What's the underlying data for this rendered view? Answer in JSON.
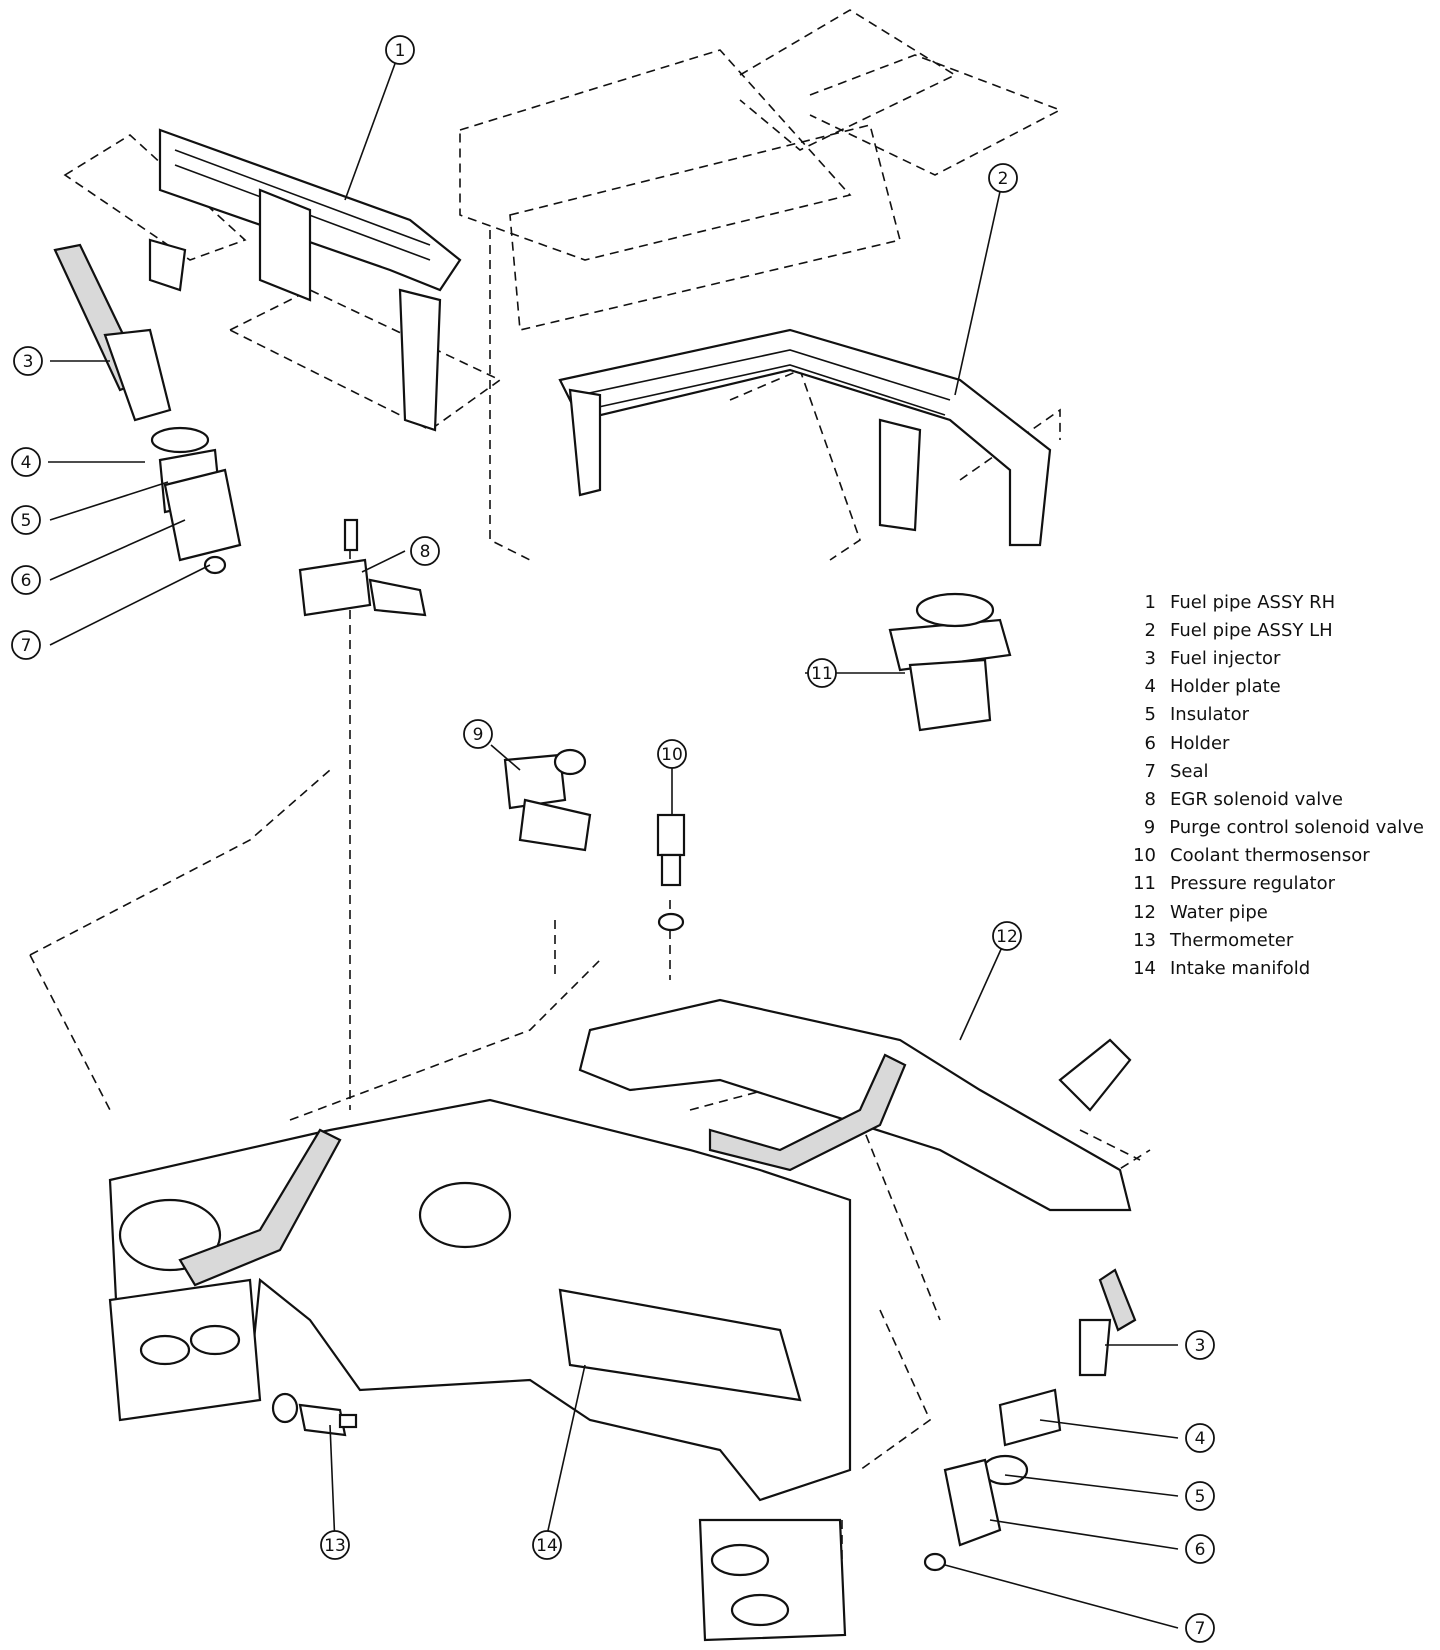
{
  "legend": [
    {
      "num": "1",
      "label": "Fuel pipe ASSY RH"
    },
    {
      "num": "2",
      "label": "Fuel pipe ASSY LH"
    },
    {
      "num": "3",
      "label": "Fuel injector"
    },
    {
      "num": "4",
      "label": "Holder plate"
    },
    {
      "num": "5",
      "label": "Insulator"
    },
    {
      "num": "6",
      "label": "Holder"
    },
    {
      "num": "7",
      "label": "Seal"
    },
    {
      "num": "8",
      "label": "EGR solenoid valve"
    },
    {
      "num": "9",
      "label": "Purge control solenoid valve"
    },
    {
      "num": "10",
      "label": "Coolant thermosensor"
    },
    {
      "num": "11",
      "label": "Pressure regulator"
    },
    {
      "num": "12",
      "label": "Water pipe"
    },
    {
      "num": "13",
      "label": "Thermometer"
    },
    {
      "num": "14",
      "label": "Intake manifold"
    }
  ],
  "callouts": [
    "1",
    "2",
    "3",
    "4",
    "5",
    "6",
    "7",
    "8",
    "9",
    "10",
    "11",
    "12",
    "13",
    "14",
    "3",
    "4",
    "5",
    "6",
    "7"
  ]
}
